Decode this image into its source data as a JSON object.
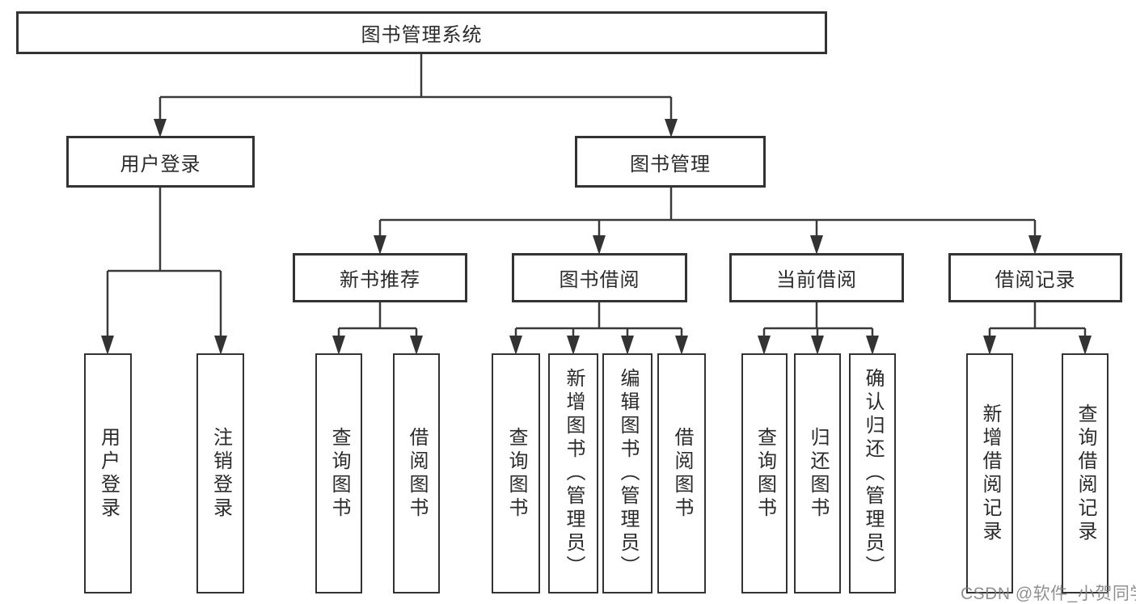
{
  "tree": {
    "root": {
      "label": "图书管理系统"
    },
    "branches": [
      {
        "label": "用户登录",
        "children": [
          {
            "label": "用户登录"
          },
          {
            "label": "注销登录"
          }
        ]
      },
      {
        "label": "图书管理",
        "children": [
          {
            "label": "新书推荐",
            "children": [
              {
                "label": "查询图书"
              },
              {
                "label": "借阅图书"
              }
            ]
          },
          {
            "label": "图书借阅",
            "children": [
              {
                "label": "查询图书"
              },
              {
                "label": "新增图书（管理员）"
              },
              {
                "label": "编辑图书（管理员）"
              },
              {
                "label": "借阅图书"
              }
            ]
          },
          {
            "label": "当前借阅",
            "children": [
              {
                "label": "查询图书"
              },
              {
                "label": "归还图书"
              },
              {
                "label": "确认归还（管理员）"
              }
            ]
          },
          {
            "label": "借阅记录",
            "children": [
              {
                "label": "新增借阅记录"
              },
              {
                "label": "查询借阅记录"
              }
            ]
          }
        ]
      }
    ]
  },
  "watermark": {
    "text": "CSDN @软件_小贺同学"
  },
  "colors": {
    "line": "#3a3a3a",
    "border": "#333333",
    "text": "#2b2b2b",
    "watermark": "#7d7d7d"
  }
}
